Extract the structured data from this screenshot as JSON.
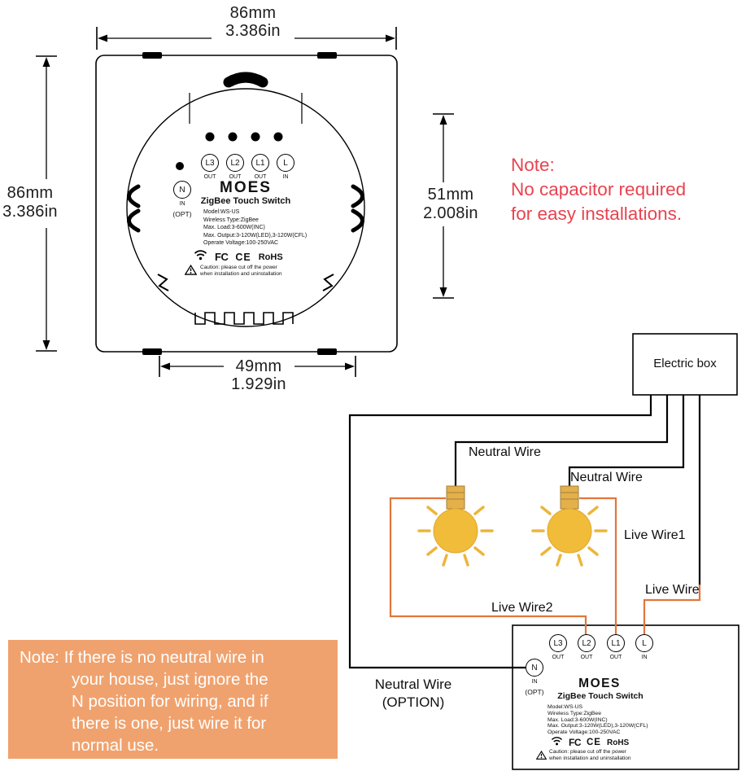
{
  "dimensions": {
    "width_mm": "86mm",
    "width_in": "3.386in",
    "height_mm": "86mm",
    "height_in": "3.386in",
    "inner_height_mm": "51mm",
    "inner_height_in": "2.008in",
    "inner_width_mm": "49mm",
    "inner_width_in": "1.929in"
  },
  "note_capacitor": {
    "title": "Note:",
    "lines": [
      "No capacitor required",
      "for easy installations."
    ]
  },
  "note_neutral": {
    "lines": [
      "Note: If there is no neutral wire in",
      "your house, just ignore the",
      "N position for wiring, and if",
      "there is one, just wire it for",
      "normal use."
    ]
  },
  "switch": {
    "brand": "MOES",
    "title": "ZigBee Touch Switch",
    "specs": [
      "Model:WS-US",
      "Wireless Type:ZigBee",
      "Max. Load:3-600W(INC)",
      "Max. Output:3-120W(LED),3-120W(CFL)",
      "Operate Voltage:100-250VAC"
    ],
    "terminals": [
      {
        "label": "L3",
        "sub": "OUT"
      },
      {
        "label": "L2",
        "sub": "OUT"
      },
      {
        "label": "L1",
        "sub": "OUT"
      },
      {
        "label": "L",
        "sub": "IN"
      }
    ],
    "neutral": {
      "label": "N",
      "sub": "IN",
      "opt": "(OPT)"
    },
    "certs": {
      "fcc": "FC",
      "ce": "CE",
      "rohs": "RoHS"
    },
    "caution": [
      "Caution: please cut off the power",
      "when installation and uninstallation"
    ]
  },
  "wiring": {
    "electric_box": "Electric box",
    "labels": {
      "neutral_left": "Neutral Wire",
      "neutral_right": "Neutral Wire",
      "live1": "Live Wire1",
      "live": "Live Wire",
      "live2": "Live Wire2",
      "neutral_opt_line1": "Neutral Wire",
      "neutral_opt_line2": "(OPTION)"
    }
  },
  "colors": {
    "live_wire": "#e2763b",
    "neutral_wire": "#000000",
    "note_text_red": "#e8434f",
    "note_box_orange": "#f0a26e",
    "bulb_yellow": "#f0bc3a"
  }
}
